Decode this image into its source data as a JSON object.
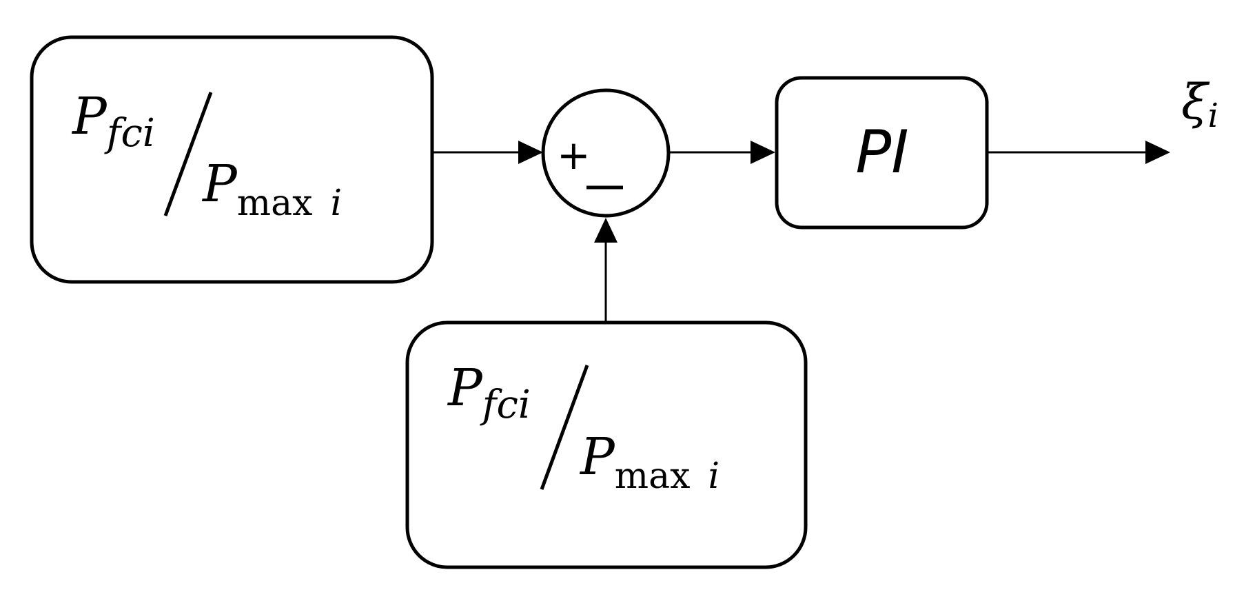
{
  "blocks": {
    "input1": {
      "numerator": {
        "symbol": "P",
        "subscript": "fci"
      },
      "denominator": {
        "symbol": "P",
        "subscript_upright": "max",
        "subscript_italic": "i"
      }
    },
    "input2": {
      "numerator": {
        "symbol": "P",
        "subscript": "fci"
      },
      "denominator": {
        "symbol": "P",
        "subscript_upright": "max",
        "subscript_italic": "i"
      }
    },
    "summing_junction": {
      "plus": "+",
      "minus": "_"
    },
    "controller": {
      "label": "PI"
    }
  },
  "output": {
    "symbol": "ξ",
    "subscript": "i"
  },
  "colors": {
    "stroke": "#000000",
    "background": "#ffffff"
  }
}
